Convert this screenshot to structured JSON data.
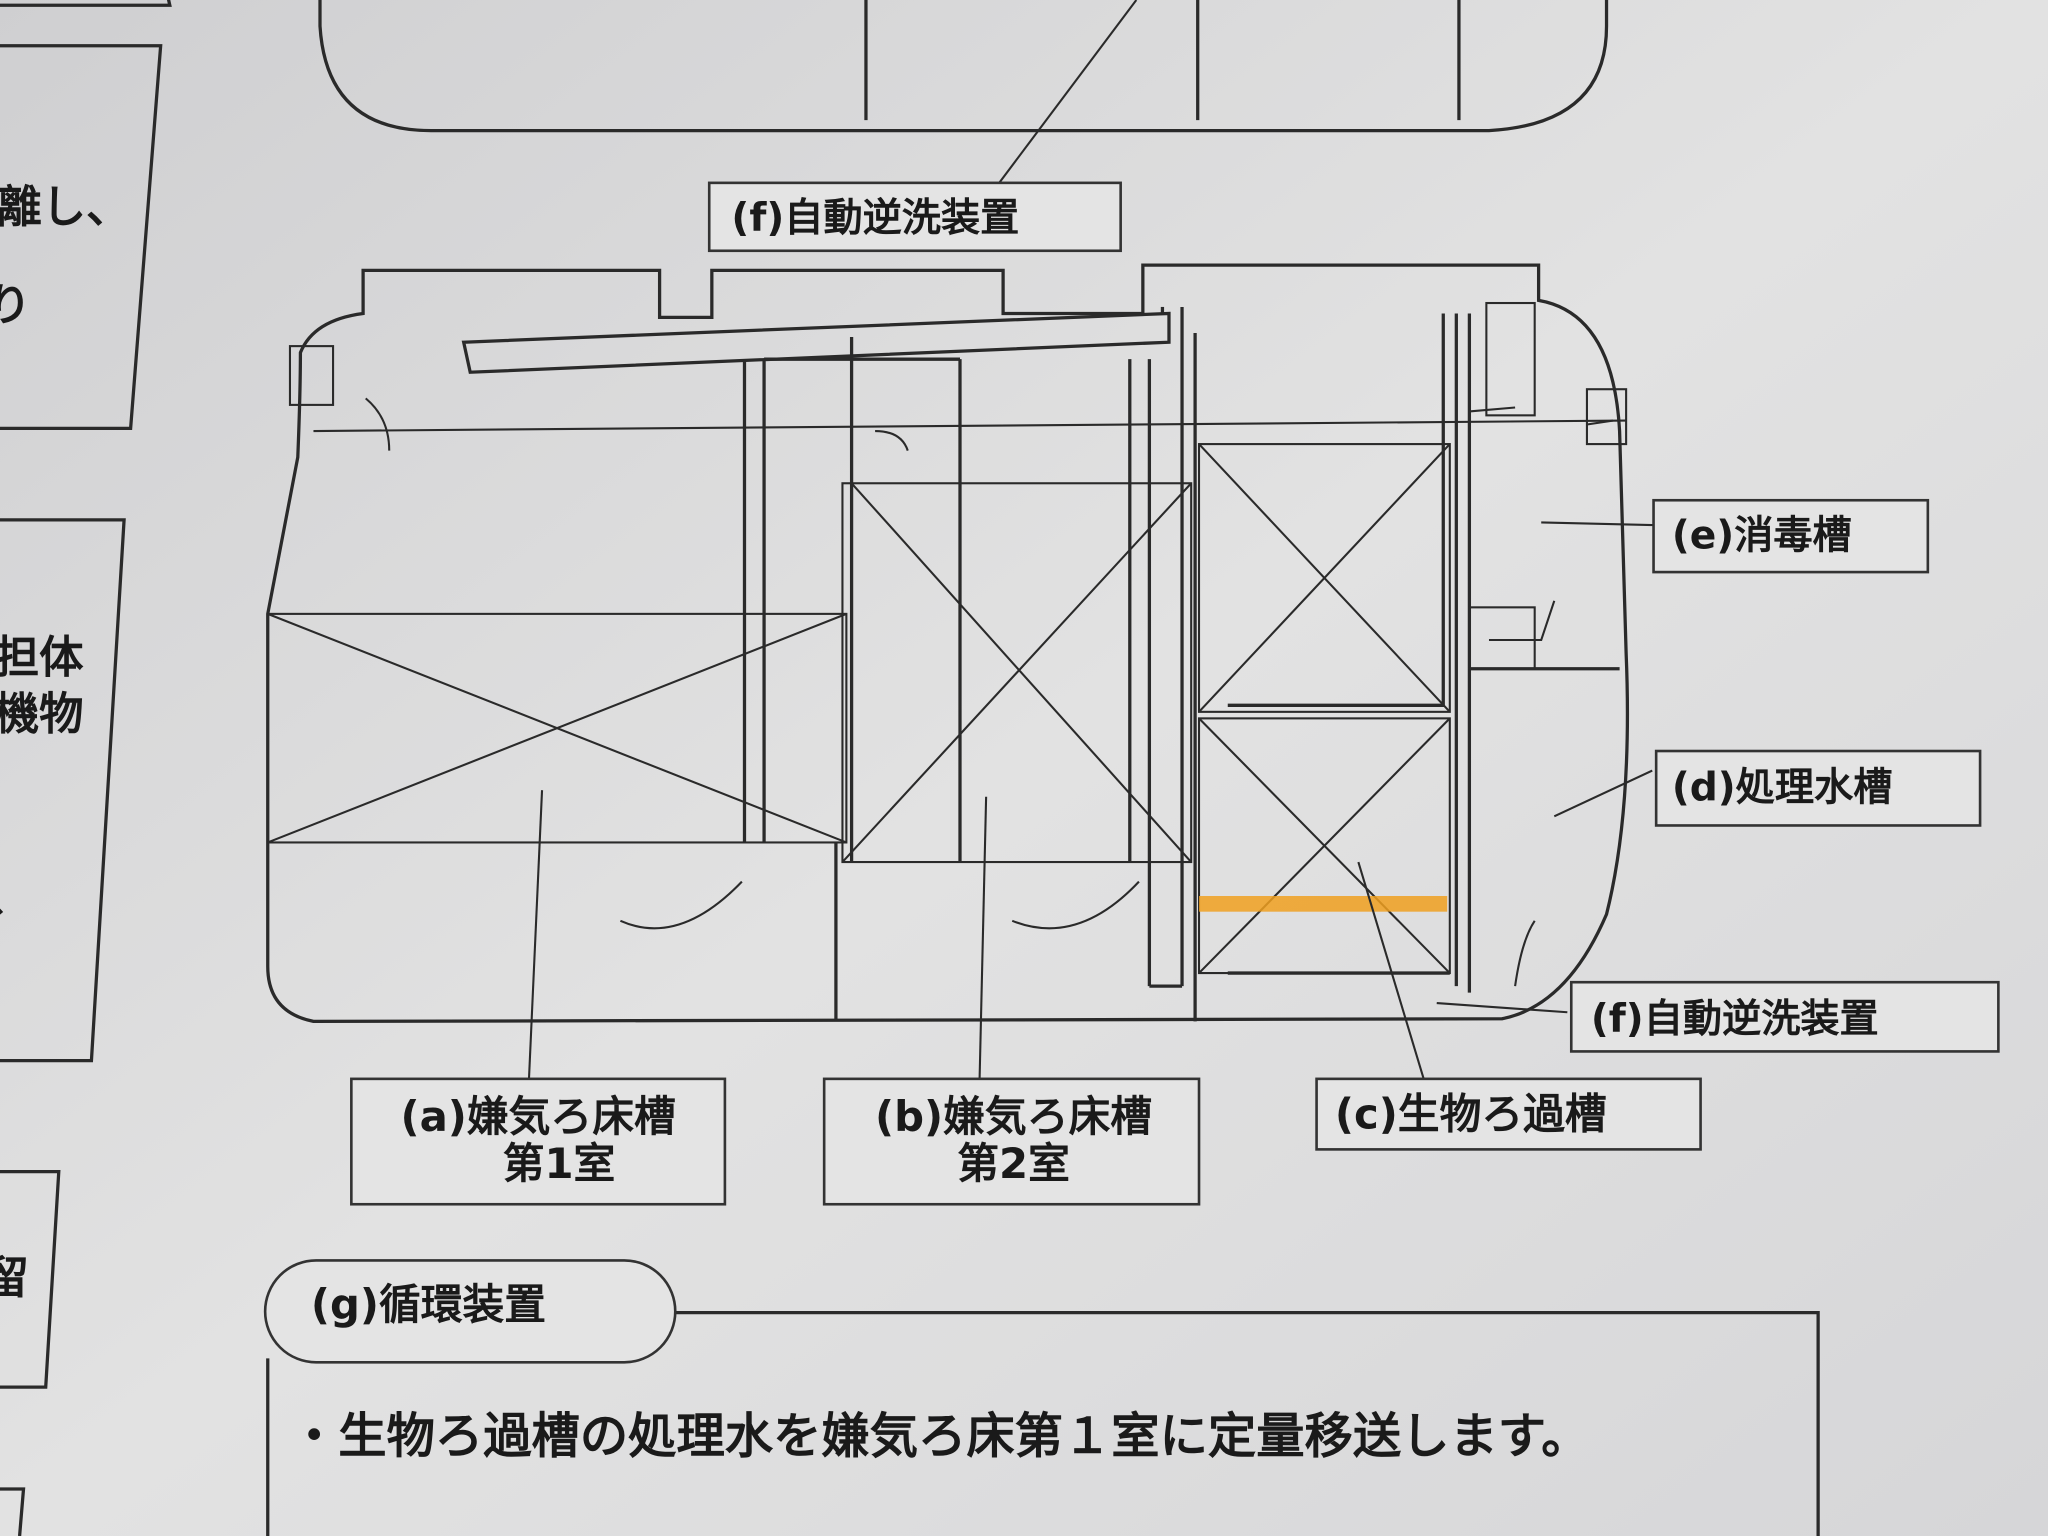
{
  "labels": {
    "f_top": "(f)自動逆洗装置",
    "e": "(e)消毒槽",
    "d": "(d)処理水槽",
    "f_bottom": "(f)自動逆洗装置",
    "a_line1": "(a)嫌気ろ床槽",
    "a_line2": "第1室",
    "b_line1": "(b)嫌気ろ床槽",
    "b_line2": "第2室",
    "c": "(c)生物ろ過槽",
    "g": "(g)循環装置"
  },
  "g_description": "・生物ろ過槽の処理水を嫌気ろ床第１室に定量移送します。",
  "left_fragments": [
    "離し、",
    "り",
    "担体",
    "機物",
    "、",
    "留"
  ],
  "colors": {
    "paper": "#dcdcdc",
    "ink": "#1a1a1a",
    "highlight": "#f0a020"
  }
}
